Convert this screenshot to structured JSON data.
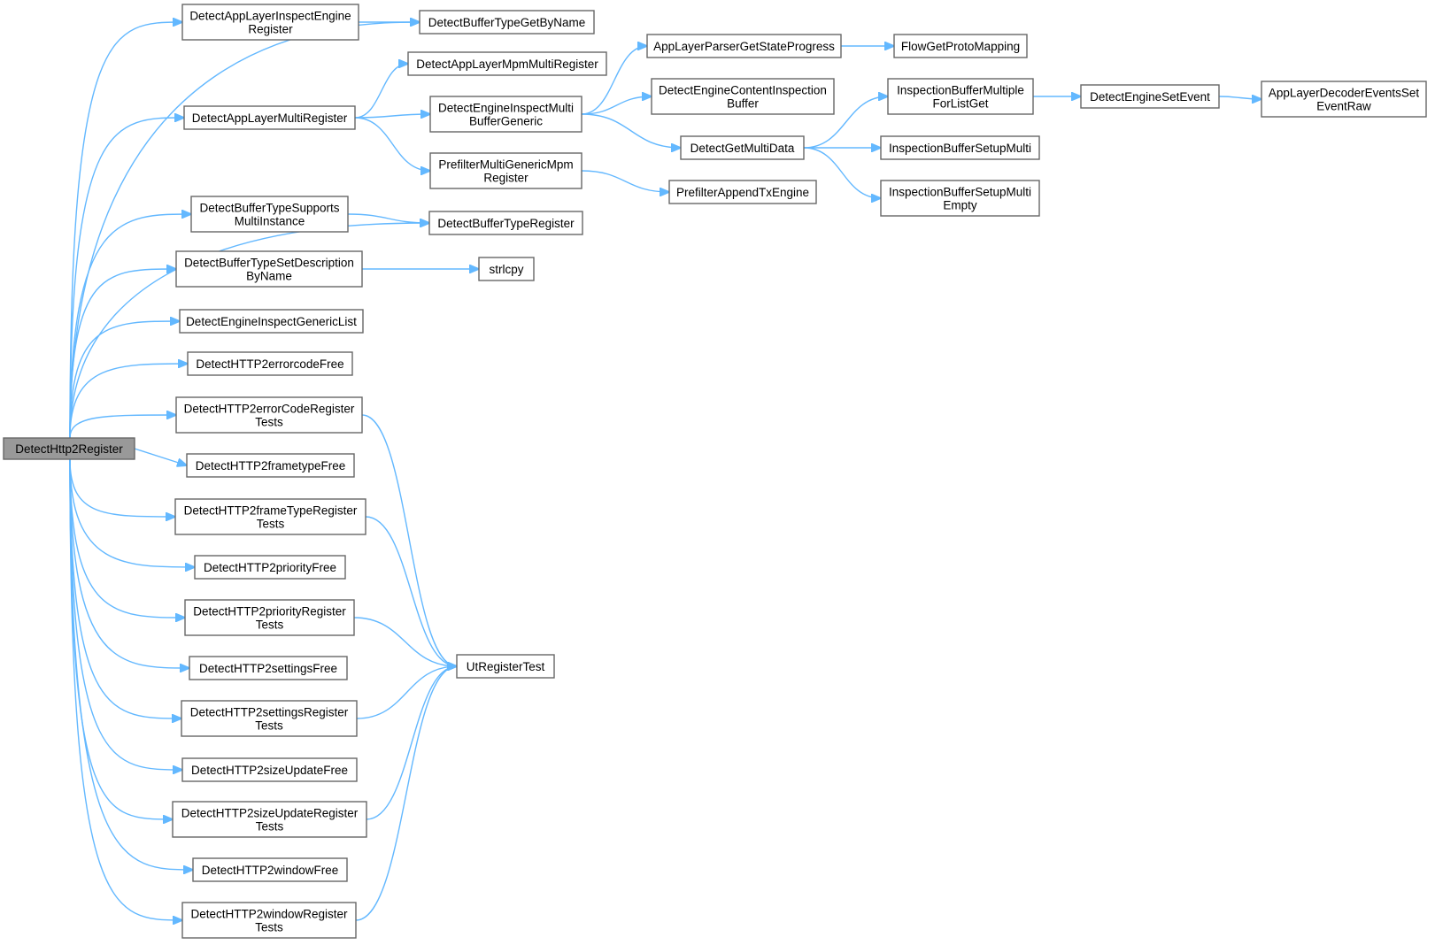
{
  "diagram": {
    "type": "call-graph",
    "root": "DetectHttp2Register",
    "nodes": [
      {
        "id": "root",
        "lines": [
          "DetectHttp2Register"
        ],
        "is_root": true
      },
      {
        "id": "alie",
        "lines": [
          "DetectAppLayerInspectEngine",
          "Register"
        ]
      },
      {
        "id": "amr",
        "lines": [
          "DetectAppLayerMultiRegister"
        ]
      },
      {
        "id": "btsm",
        "lines": [
          "DetectBufferTypeSupports",
          "MultiInstance"
        ]
      },
      {
        "id": "btsd",
        "lines": [
          "DetectBufferTypeSetDescription",
          "ByName"
        ]
      },
      {
        "id": "eigl",
        "lines": [
          "DetectEngineInspectGenericList"
        ]
      },
      {
        "id": "ecf",
        "lines": [
          "DetectHTTP2errorcodeFree"
        ]
      },
      {
        "id": "ecrt",
        "lines": [
          "DetectHTTP2errorCodeRegister",
          "Tests"
        ]
      },
      {
        "id": "ftf",
        "lines": [
          "DetectHTTP2frametypeFree"
        ]
      },
      {
        "id": "ftrt",
        "lines": [
          "DetectHTTP2frameTypeRegister",
          "Tests"
        ]
      },
      {
        "id": "pf",
        "lines": [
          "DetectHTTP2priorityFree"
        ]
      },
      {
        "id": "prt",
        "lines": [
          "DetectHTTP2priorityRegister",
          "Tests"
        ]
      },
      {
        "id": "sf",
        "lines": [
          "DetectHTTP2settingsFree"
        ]
      },
      {
        "id": "srt",
        "lines": [
          "DetectHTTP2settingsRegister",
          "Tests"
        ]
      },
      {
        "id": "suf",
        "lines": [
          "DetectHTTP2sizeUpdateFree"
        ]
      },
      {
        "id": "surt",
        "lines": [
          "DetectHTTP2sizeUpdateRegister",
          "Tests"
        ]
      },
      {
        "id": "wf",
        "lines": [
          "DetectHTTP2windowFree"
        ]
      },
      {
        "id": "wrt",
        "lines": [
          "DetectHTTP2windowRegister",
          "Tests"
        ]
      },
      {
        "id": "btgbn",
        "lines": [
          "DetectBufferTypeGetByName"
        ]
      },
      {
        "id": "ammr",
        "lines": [
          "DetectAppLayerMpmMultiRegister"
        ]
      },
      {
        "id": "eimbg",
        "lines": [
          "DetectEngineInspectMulti",
          "BufferGeneric"
        ]
      },
      {
        "id": "pmgmr",
        "lines": [
          "PrefilterMultiGenericMpm",
          "Register"
        ]
      },
      {
        "id": "btr",
        "lines": [
          "DetectBufferTypeRegister"
        ]
      },
      {
        "id": "strlcpy",
        "lines": [
          "strlcpy"
        ]
      },
      {
        "id": "urt",
        "lines": [
          "UtRegisterTest"
        ]
      },
      {
        "id": "alpgsp",
        "lines": [
          "AppLayerParserGetStateProgress"
        ]
      },
      {
        "id": "ecib",
        "lines": [
          "DetectEngineContentInspection",
          "Buffer"
        ]
      },
      {
        "id": "gmd",
        "lines": [
          "DetectGetMultiData"
        ]
      },
      {
        "id": "pate",
        "lines": [
          "PrefilterAppendTxEngine"
        ]
      },
      {
        "id": "fgpm",
        "lines": [
          "FlowGetProtoMapping"
        ]
      },
      {
        "id": "ibmflg",
        "lines": [
          "InspectionBufferMultiple",
          "ForListGet"
        ]
      },
      {
        "id": "ibsm",
        "lines": [
          "InspectionBufferSetupMulti"
        ]
      },
      {
        "id": "ibsme",
        "lines": [
          "InspectionBufferSetupMulti",
          "Empty"
        ]
      },
      {
        "id": "ese",
        "lines": [
          "DetectEngineSetEvent"
        ]
      },
      {
        "id": "aldese",
        "lines": [
          "AppLayerDecoderEventsSet",
          "EventRaw"
        ]
      }
    ],
    "edges": [
      [
        "root",
        "alie"
      ],
      [
        "root",
        "btgbn"
      ],
      [
        "root",
        "amr"
      ],
      [
        "root",
        "btr"
      ],
      [
        "root",
        "btsm"
      ],
      [
        "root",
        "btsd"
      ],
      [
        "root",
        "eigl"
      ],
      [
        "root",
        "ecf"
      ],
      [
        "root",
        "ecrt"
      ],
      [
        "root",
        "ftf"
      ],
      [
        "root",
        "ftrt"
      ],
      [
        "root",
        "pf"
      ],
      [
        "root",
        "prt"
      ],
      [
        "root",
        "sf"
      ],
      [
        "root",
        "srt"
      ],
      [
        "root",
        "suf"
      ],
      [
        "root",
        "surt"
      ],
      [
        "root",
        "wf"
      ],
      [
        "root",
        "wrt"
      ],
      [
        "alie",
        "btgbn"
      ],
      [
        "amr",
        "ammr"
      ],
      [
        "amr",
        "eimbg"
      ],
      [
        "amr",
        "pmgmr"
      ],
      [
        "btsm",
        "btr"
      ],
      [
        "btsd",
        "strlcpy"
      ],
      [
        "ecrt",
        "urt"
      ],
      [
        "ftrt",
        "urt"
      ],
      [
        "prt",
        "urt"
      ],
      [
        "srt",
        "urt"
      ],
      [
        "surt",
        "urt"
      ],
      [
        "wrt",
        "urt"
      ],
      [
        "eimbg",
        "alpgsp"
      ],
      [
        "eimbg",
        "ecib"
      ],
      [
        "eimbg",
        "gmd"
      ],
      [
        "pmgmr",
        "pate"
      ],
      [
        "alpgsp",
        "fgpm"
      ],
      [
        "gmd",
        "ibmflg"
      ],
      [
        "gmd",
        "ibsm"
      ],
      [
        "gmd",
        "ibsme"
      ],
      [
        "ibmflg",
        "ese"
      ],
      [
        "ese",
        "aldese"
      ]
    ],
    "colors": {
      "edge": "#63b8ff",
      "node_border": "#666666",
      "root_fill": "#999999",
      "node_fill": "#ffffff"
    }
  }
}
